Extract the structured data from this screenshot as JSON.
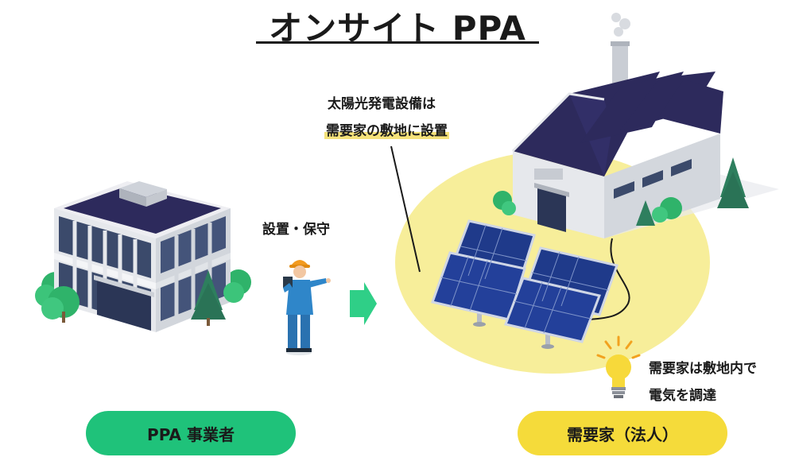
{
  "title": "オンサイト PPA",
  "callout": {
    "line1": "太陽光発電設備は",
    "line2": "需要家の敷地に設置"
  },
  "worker_label": "設置・保守",
  "benefit": {
    "line1": "需要家は敷地内で",
    "line2": "電気を調達"
  },
  "left_pill": "PPA 事業者",
  "right_pill": "需要家（法人）",
  "colors": {
    "green_pill": "#1fc27a",
    "yellow_pill": "#f5db3a",
    "yellow_area": "#f7ee9a",
    "arrow": "#2fcf87",
    "panel": "#1f3a8a"
  }
}
